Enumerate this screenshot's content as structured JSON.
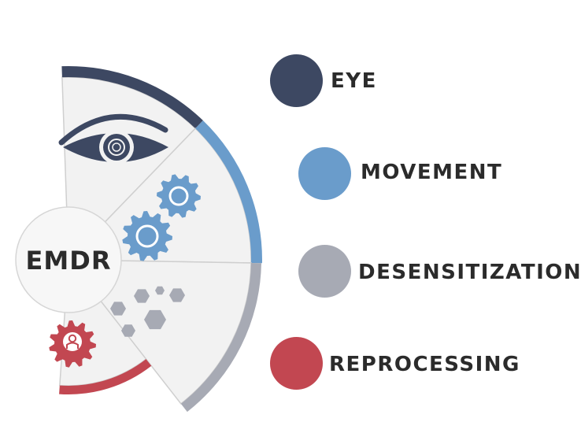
{
  "center_label": "EMDR",
  "items": [
    {
      "label": "EYE",
      "color": "#3d4862",
      "icon": "eye-icon"
    },
    {
      "label": "MOVEMENT",
      "color": "#6a9ccb",
      "icon": "gears-icon"
    },
    {
      "label": "DESENSITIZATION",
      "color": "#a7aab4",
      "icon": "hexagons-icon"
    },
    {
      "label": "REPROCESSING",
      "color": "#c24751",
      "icon": "gear-person-icon"
    }
  ],
  "colors": {
    "segment_fill": "#f2f2f2",
    "segment_stroke": "#cfcfcf",
    "text": "#2b2b2b"
  }
}
